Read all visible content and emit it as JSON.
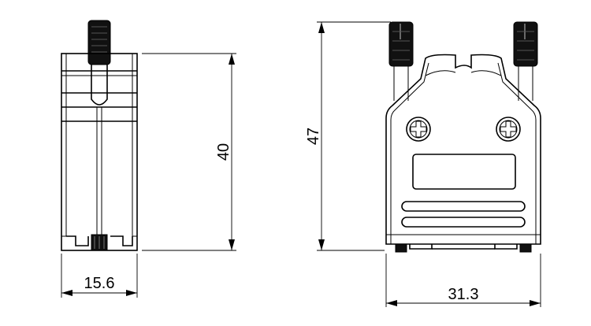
{
  "dimensions": {
    "side_height": "40",
    "side_width": "15.6",
    "front_height": "47",
    "front_width": "31.3"
  },
  "colors": {
    "line": "#000000",
    "background": "#ffffff"
  }
}
